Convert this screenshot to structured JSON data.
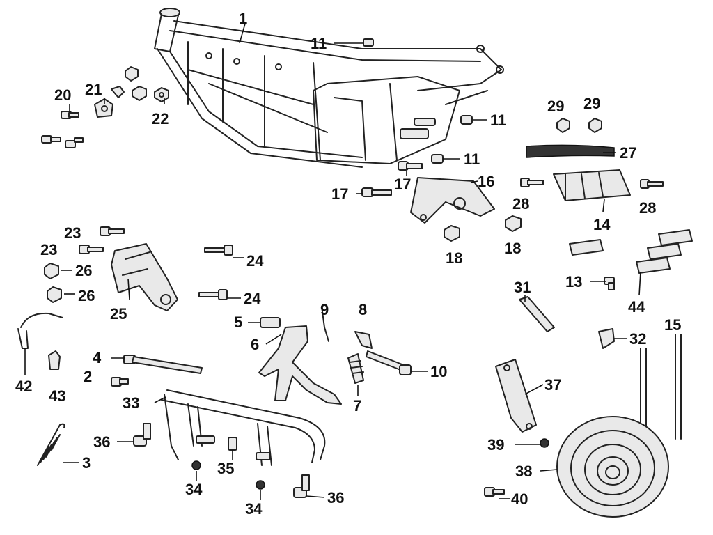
{
  "diagram": {
    "callouts": [
      "1",
      "2",
      "3",
      "4",
      "5",
      "6",
      "7",
      "8",
      "9",
      "10",
      "11",
      "11",
      "11",
      "13",
      "14",
      "15",
      "16",
      "17",
      "17",
      "18",
      "18",
      "20",
      "21",
      "22",
      "23",
      "23",
      "24",
      "24",
      "25",
      "26",
      "26",
      "27",
      "28",
      "28",
      "29",
      "29",
      "31",
      "32",
      "33",
      "34",
      "34",
      "35",
      "36",
      "36",
      "37",
      "38",
      "39",
      "40",
      "42",
      "43",
      "44"
    ]
  }
}
